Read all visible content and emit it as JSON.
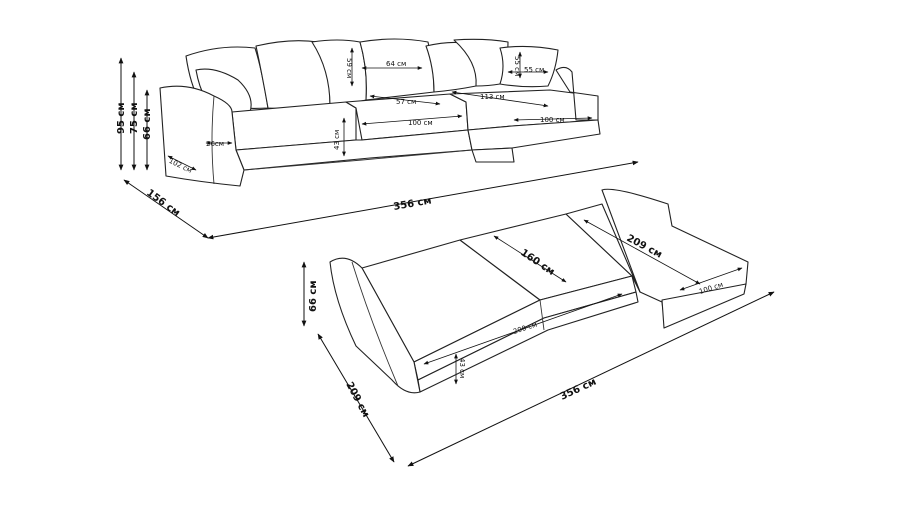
{
  "colors": {
    "line": "#222222",
    "background": "#ffffff"
  },
  "view_assembled": {
    "heights": {
      "total": "95 см",
      "back": "75 см",
      "arm": "66 см"
    },
    "depth": "156 см",
    "width": "356 см",
    "arm_width": "26см",
    "arm_length": "102 см",
    "seat_height": "43 см",
    "seat_length": "100 см",
    "seat_depth": "57 см",
    "back_cushion_height": "59 см",
    "back_cushion_width": "64 см",
    "small_cushion_width": "55 см",
    "small_cushion_height": "55 см",
    "chaise_length": "113 см",
    "chaise_seat_length": "100 см"
  },
  "view_unfolded": {
    "arm_height": "66 см",
    "depth": "209 см",
    "width": "356 см",
    "bed_depth": "160 см",
    "bed_length": "200 см",
    "chaise_length": "209 см",
    "chaise_width": "100 см",
    "bed_height": "43 см"
  }
}
